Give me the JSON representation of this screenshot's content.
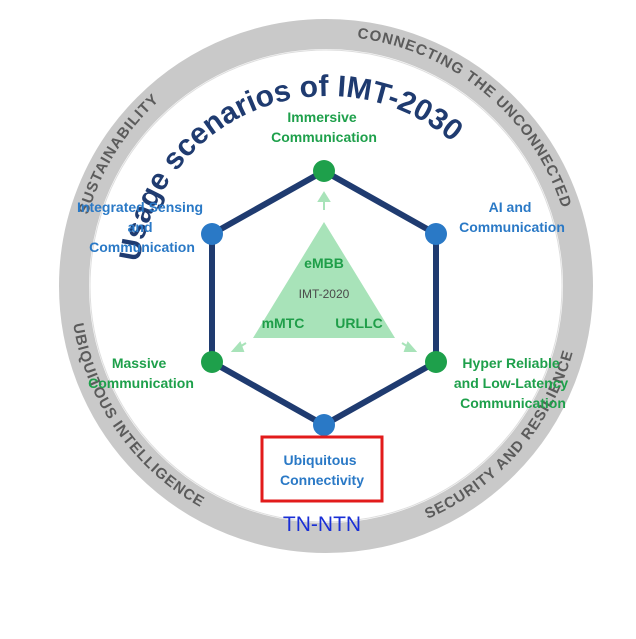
{
  "title": "Usage scenarios of IMT-2030",
  "ring_labels": {
    "top_left": "SUSTAINABILITY",
    "top_right": "CONNECTING THE UNCONNECTED",
    "bottom_left": "UBIQUITOUS INTELLIGENCE",
    "bottom_right": "SECURITY AND RESILIENCE"
  },
  "scenarios": {
    "top": [
      "Immersive",
      "Communication"
    ],
    "upper_left": [
      "Integrated Sensing",
      "and",
      "Communication"
    ],
    "upper_right": [
      "AI and",
      "Communication"
    ],
    "lower_left": [
      "Massive",
      "Communication"
    ],
    "lower_right": [
      "Hyper Reliable",
      "and Low-Latency",
      "Communication"
    ],
    "bottom": [
      "Ubiquitous",
      "Connectivity"
    ]
  },
  "triangle": {
    "top": "eMBB",
    "center": "IMT-2020",
    "left": "mMTC",
    "right": "URLLC"
  },
  "annotation": "TN-NTN",
  "colors": {
    "ring": "#c9c9c9",
    "hexagon": "#1f3b70",
    "node_blue": "#2a79c6",
    "node_green": "#1ea04b",
    "triangle": "#a8e3b9",
    "highlight_box": "#e21b1b",
    "annotation": "#1a2fd6"
  }
}
